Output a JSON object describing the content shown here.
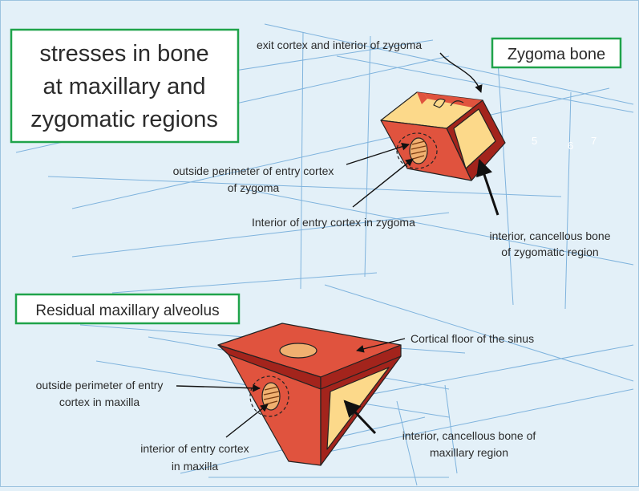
{
  "title_box": {
    "lines": [
      "stresses in bone",
      "at maxillary and",
      "zygomatic regions"
    ]
  },
  "zygoma_box": {
    "label": "Zygoma bone"
  },
  "maxilla_box": {
    "label": "Residual maxillary alveolus"
  },
  "grid_ticks": [
    "5",
    "6",
    "7"
  ],
  "annotations": {
    "exit_cortex": "exit cortex and interior of zygoma",
    "zyg_entry_perimeter": [
      "outside perimeter of entry cortex",
      "of zygoma"
    ],
    "zyg_entry_interior": "Interior of entry cortex in zygoma",
    "zyg_cancellous": [
      "interior, cancellous bone",
      "of zygomatic region"
    ],
    "sinus_floor": "Cortical floor of the sinus",
    "max_entry_perimeter": [
      "outside perimeter of entry",
      "cortex in maxilla"
    ],
    "max_entry_interior": [
      "interior of entry cortex",
      "in maxilla"
    ],
    "max_cancellous": [
      "interior, cancellous bone of",
      "maxillary region"
    ]
  },
  "colors": {
    "background": "#e3f0f8",
    "grid": "#7fb3dd",
    "box_border": "#1fa34a",
    "cortex_red": "#e0533e",
    "cortex_dark": "#a3241c",
    "cancellous": "#fcd98a",
    "hole": "#f0b070"
  }
}
